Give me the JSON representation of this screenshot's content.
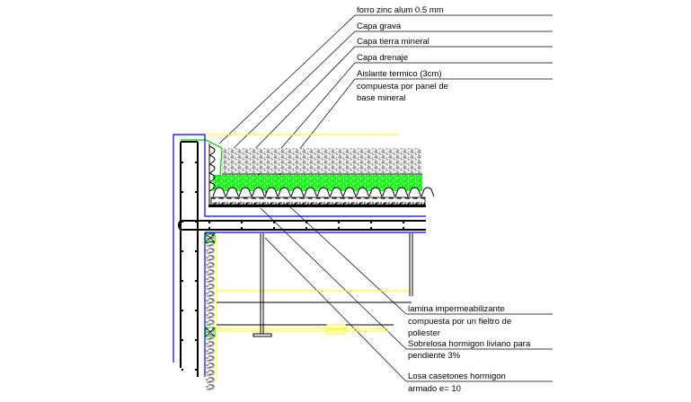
{
  "drawing": {
    "type": "roof detail section",
    "colors": {
      "background": "#ffffff",
      "line": "#000000",
      "blue": "#0000ff",
      "yellow": "#ffff00",
      "green": "#00ff00",
      "gravel": "#808080"
    }
  },
  "labels_top": [
    {
      "text": "forro zinc alum 0.5 mm"
    },
    {
      "text": "Capa grava"
    },
    {
      "text": "Capa tierra mineral"
    },
    {
      "text": "Capa drenaje"
    },
    {
      "text": "Aislante termico (3cm)"
    },
    {
      "text": "compuesta por panel de"
    },
    {
      "text": "base mineral"
    }
  ],
  "labels_bottom": [
    {
      "text": "lamina impermeabilizante"
    },
    {
      "text": "compuesta por un fieltro de"
    },
    {
      "text": "poliester"
    },
    {
      "text": "Sobrelosa hormigon liviano para"
    },
    {
      "text": "pendiente 3%"
    },
    {
      "text": "Losa casetones hormigon"
    },
    {
      "text": "armado e= 10"
    }
  ]
}
